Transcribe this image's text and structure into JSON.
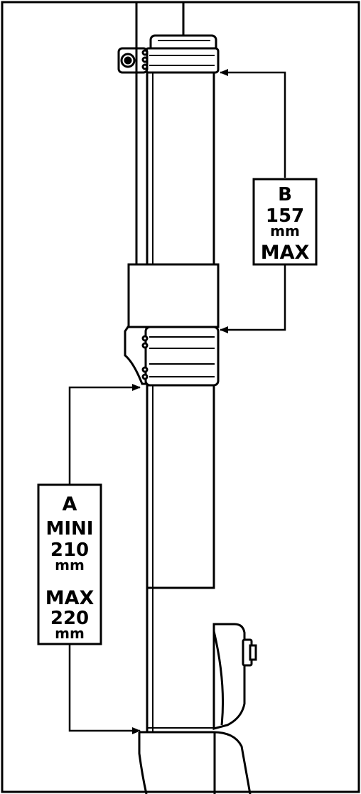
{
  "dimension_b": {
    "letter": "B",
    "value": "157",
    "unit": "mm",
    "qualifier": "MAX"
  },
  "dimension_a": {
    "letter": "A",
    "min_label": "MINI",
    "min_value": "210",
    "min_unit": "mm",
    "max_label": "MAX",
    "max_value": "220",
    "max_unit": "mm"
  },
  "colors": {
    "line": "#000000",
    "background": "#ffffff"
  }
}
